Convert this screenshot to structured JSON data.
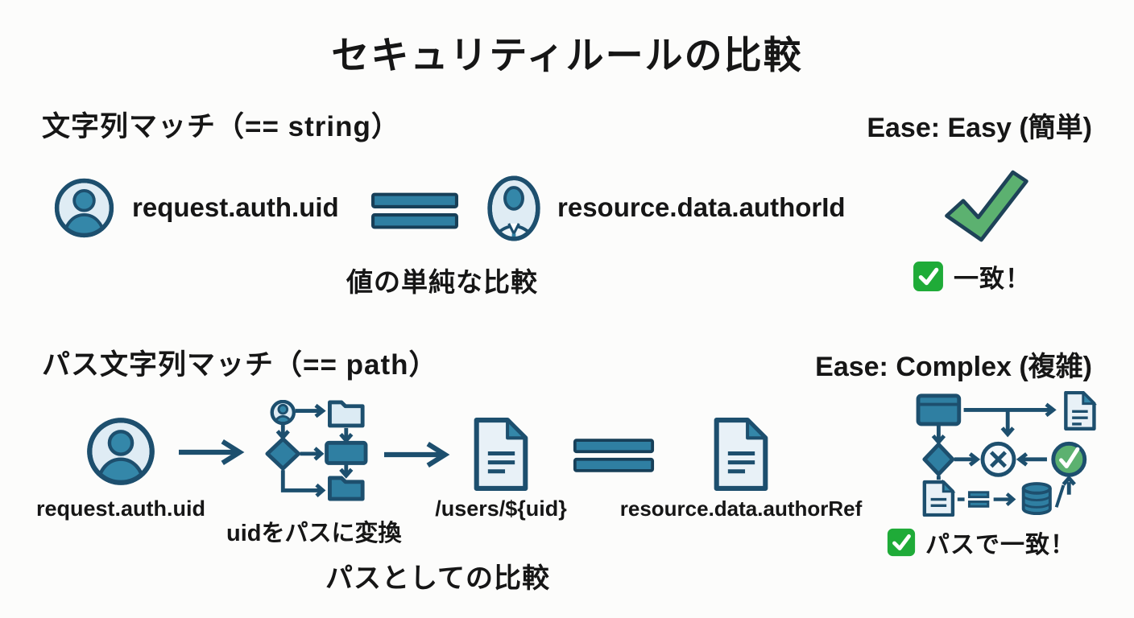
{
  "title": "セキュリティルールの比較",
  "string_match": {
    "heading": "文字列マッチ（== string）",
    "ease_label": "Ease: Easy (簡単)",
    "left_value": "request.auth.uid",
    "right_value": "resource.data.authorId",
    "caption": "値の単純な比較",
    "result_label": "一致！"
  },
  "path_match": {
    "heading": "パス文字列マッチ（== path）",
    "ease_label": "Ease: Complex (複雑)",
    "input_value": "request.auth.uid",
    "transform_label": "uidをパスに変換",
    "path_value": "/users/${uid}",
    "right_value": "resource.data.authorRef",
    "caption": "パスとしての比較",
    "result_label": "パスで一致！"
  },
  "icons": {
    "user": "user-avatar-icon",
    "user_tie": "user-avatar-tie-icon",
    "equals": "equals-icon",
    "big_check": "big-checkmark-icon",
    "check_emoji": "check-emoji-icon",
    "arrow_right": "arrow-right-icon",
    "uid_to_path": "uid-to-path-flowchart-icon",
    "document": "document-icon",
    "complex_flow": "complex-flowchart-icon"
  },
  "colors": {
    "outline_navy": "#1d4f6e",
    "teal": "#2f7fa2",
    "light_blue": "#dfecf4",
    "check_green": "#5cb170",
    "emoji_green": "#1fab38",
    "text": "#161616",
    "background": "#fcfcfb"
  }
}
